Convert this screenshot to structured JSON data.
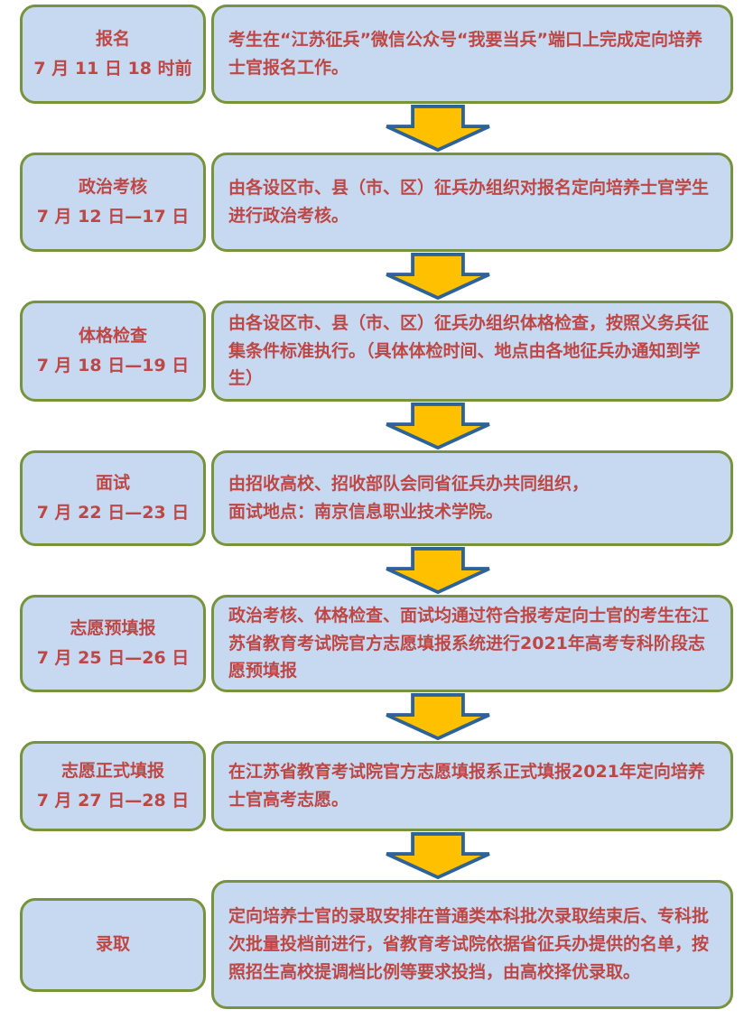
{
  "colors": {
    "box_fill": "#C6D9F0",
    "box_border": "#77933C",
    "text_red": "#BE4745",
    "arrow_fill": "#FFC000",
    "arrow_border": "#2E6399",
    "page_background": "#FFFFFF"
  },
  "flowchart": {
    "steps": [
      {
        "stage": "报名",
        "date": "7 月 11 日 18 时前",
        "description": "考生在“江苏征兵”微信公众号“我要当兵”端口上完成定向培养士官报名工作。"
      },
      {
        "stage": "政治考核",
        "date": "7 月 12 日—17 日",
        "description": "由各设区市、县（市、区）征兵办组织对报名定向培养士官学生进行政治考核。"
      },
      {
        "stage": "体格检查",
        "date": "7 月 18 日—19 日",
        "description": "由各设区市、县（市、区）征兵办组织体格检查，按照义务兵征集条件标准执行。（具体体检时间、地点由各地征兵办通知到学生）"
      },
      {
        "stage": "面试",
        "date": "7 月 22 日—23 日",
        "description": "由招收高校、招收部队会同省征兵办共同组织，\n面试地点：南京信息职业技术学院。"
      },
      {
        "stage": "志愿预填报",
        "date": "7 月 25 日—26 日",
        "description": "政治考核、体格检查、面试均通过符合报考定向士官的考生在江苏省教育考试院官方志愿填报系统进行2021年高考专科阶段志愿预填报"
      },
      {
        "stage": "志愿正式填报",
        "date": "7 月 27 日—28 日",
        "description": "在江苏省教育考试院官方志愿填报系正式填报2021年定向培养士官高考志愿。"
      },
      {
        "stage": "录取",
        "description": "定向培养士官的录取安排在普通类本科批次录取结束后、专科批次批量投档前进行，省教育考试院依据省征兵办提供的名单，按照招生高校提调档比例等要求投挡，由高校择优录取。"
      }
    ]
  }
}
